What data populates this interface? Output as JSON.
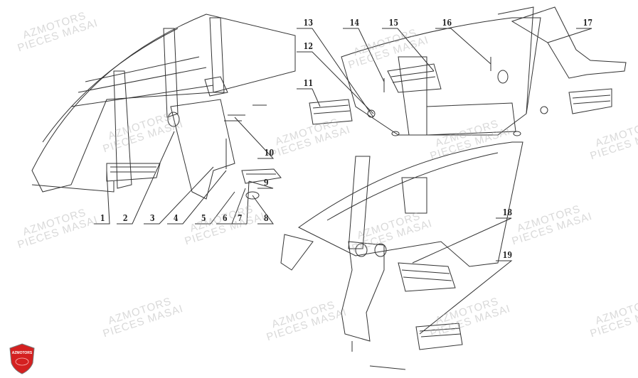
{
  "watermark": {
    "line1": "AZMOTORS",
    "line2": "PIECES MASAI"
  },
  "logo_text": "AZMOTORS",
  "callouts": [
    "1",
    "2",
    "3",
    "4",
    "5",
    "6",
    "7",
    "8",
    "9",
    "10",
    "11",
    "12",
    "13",
    "14",
    "15",
    "16",
    "17",
    "18",
    "19"
  ],
  "colors": {
    "line": "#333333",
    "logo_red": "#d42020"
  }
}
